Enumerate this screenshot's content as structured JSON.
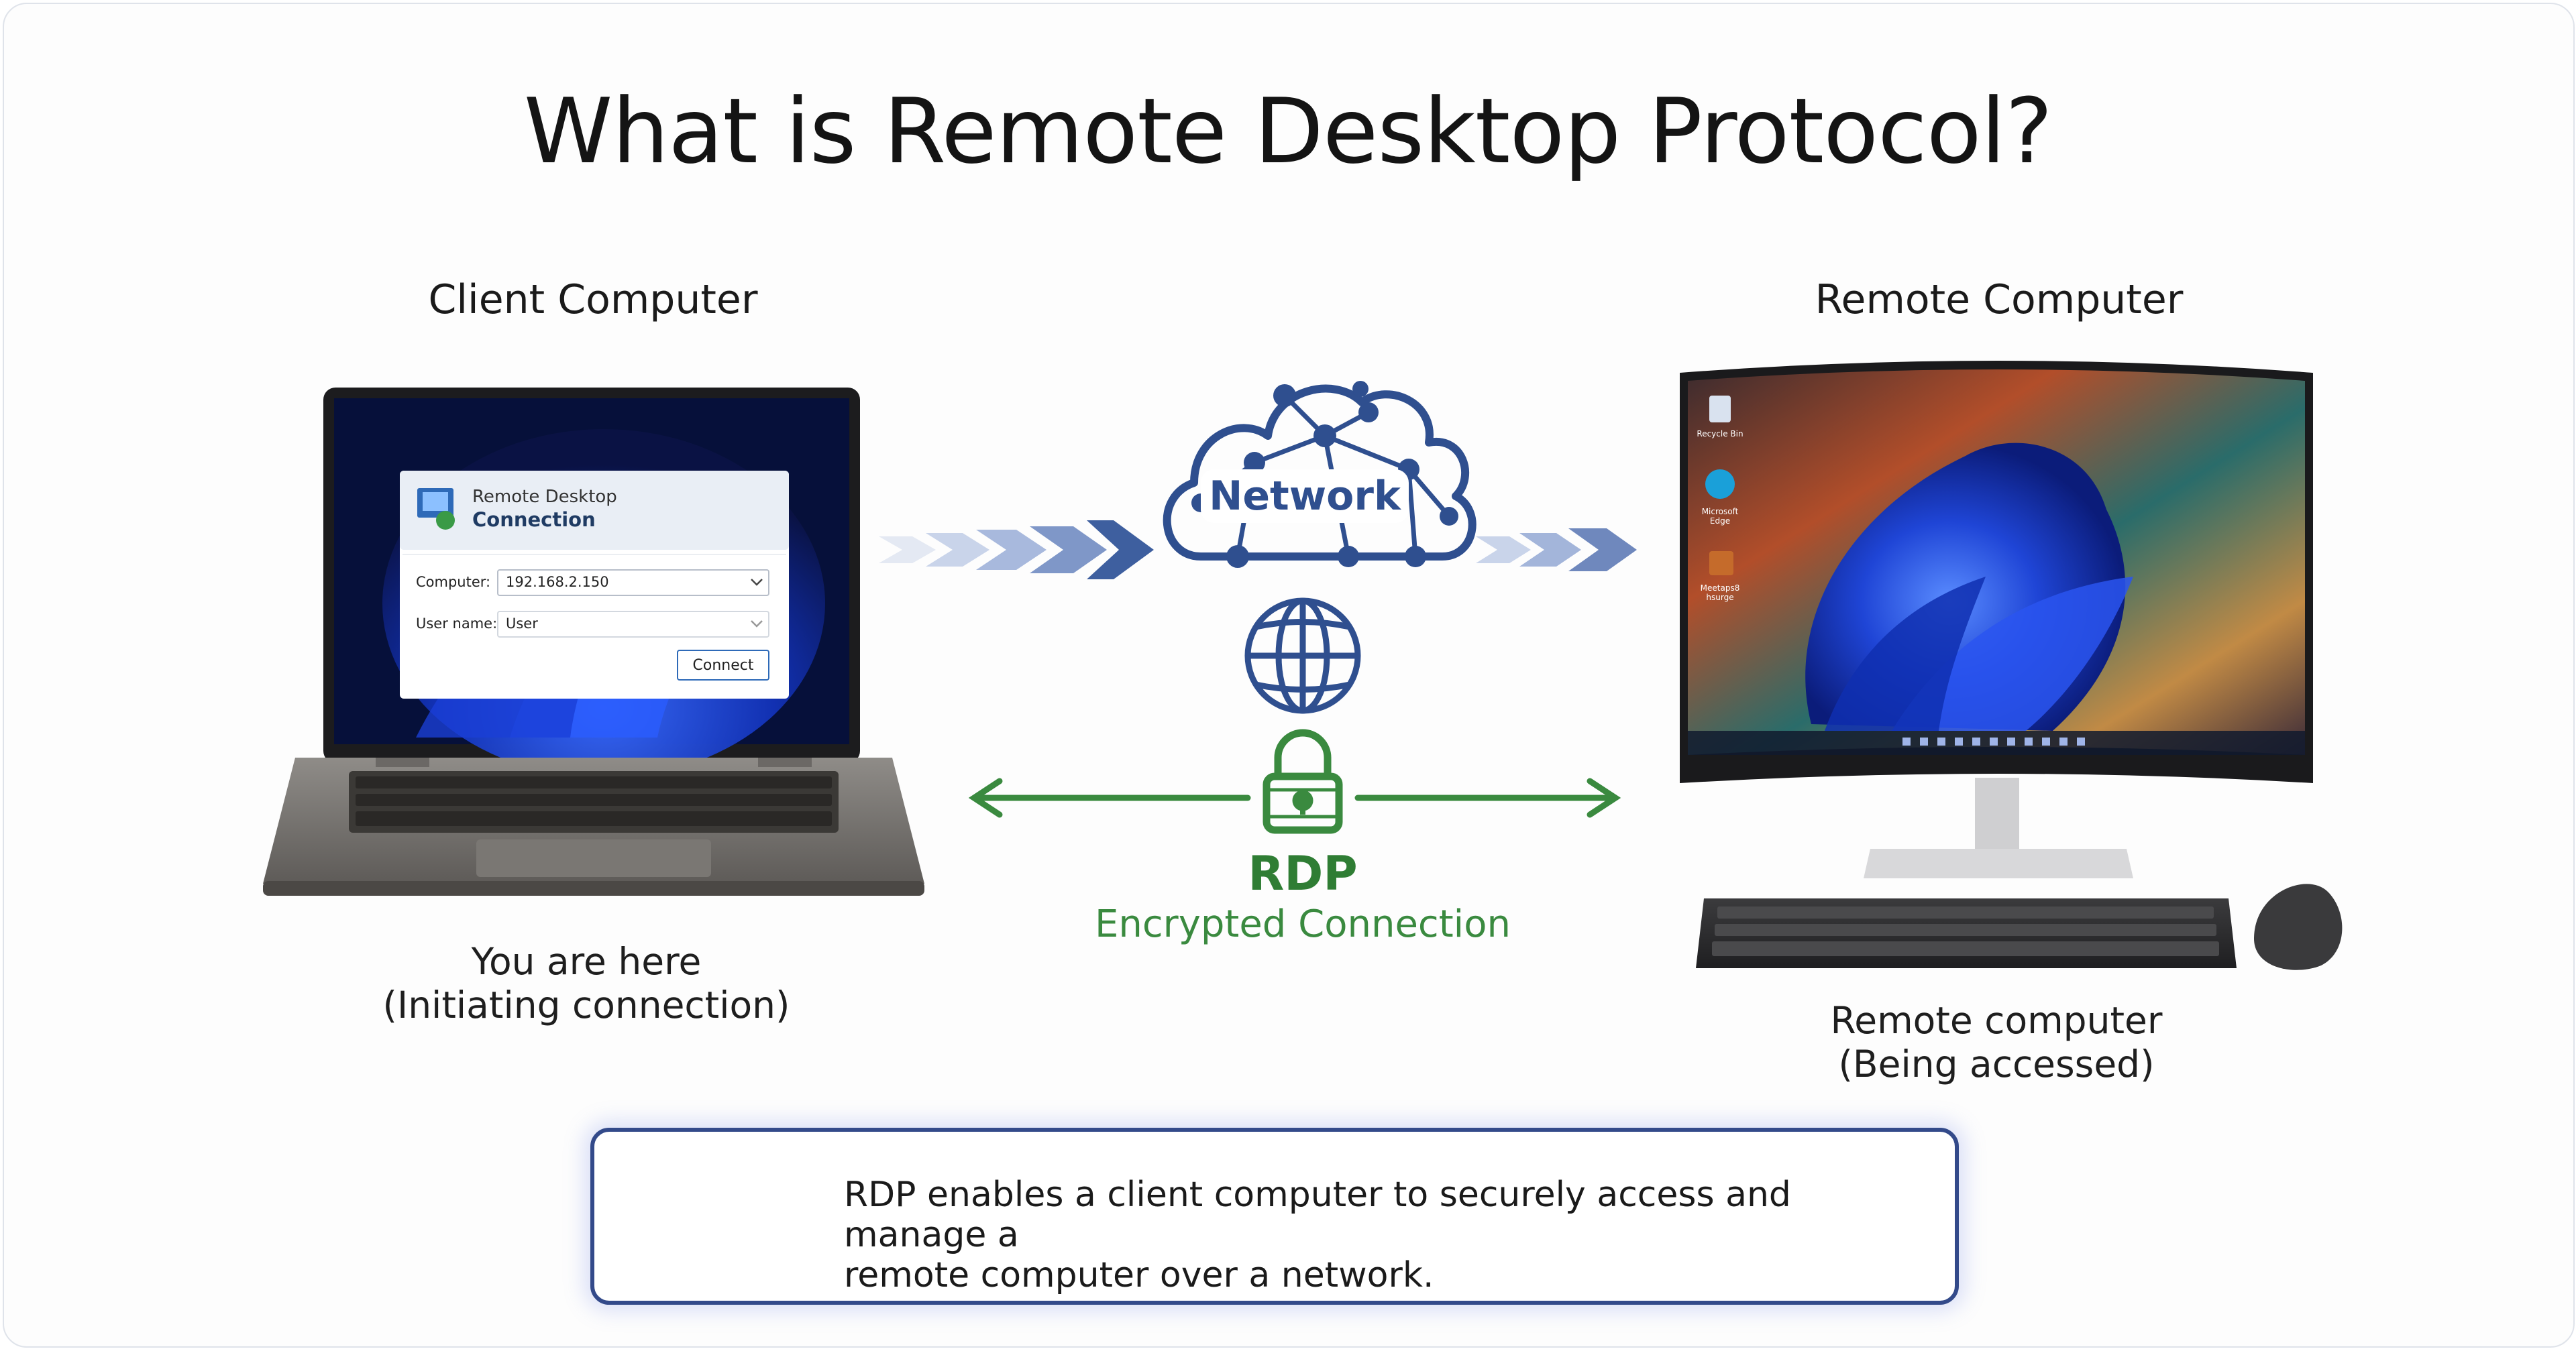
{
  "title": "What is Remote Desktop Protocol?",
  "client": {
    "heading": "Client Computer",
    "caption_line1": "You are here",
    "caption_line2": "(Initiating connection)"
  },
  "remote": {
    "heading": "Remote Computer",
    "caption_line1": "Remote computer",
    "caption_line2": "(Being accessed)",
    "desktop_icons": [
      {
        "label": "Recycle Bin"
      },
      {
        "label": "Microsoft Edge"
      },
      {
        "label": "Meetaps8 hsurge"
      }
    ]
  },
  "dialog": {
    "title_line1": "Remote Desktop",
    "title_line2": "Connection",
    "computer_label": "Computer:",
    "computer_value": "192.168.2.150",
    "username_label": "User name:",
    "username_value": "User",
    "connect_label": "Connect"
  },
  "network": {
    "label": "Network"
  },
  "connection": {
    "protocol": "RDP",
    "description": "Encrypted Connection"
  },
  "info": {
    "text_line1": "RDP enables a client computer to securely access and manage a",
    "text_line2": "remote computer over a network."
  },
  "colors": {
    "network_blue": "#2f4f8f",
    "arrow_blue": "#3e5f9f",
    "rdp_green": "#2f7d34",
    "box_border": "#334a8a"
  },
  "icons": [
    "network-cloud-icon",
    "globe-icon",
    "padlock-icon",
    "remote-desktop-icon",
    "chevron-arrow-icon"
  ]
}
